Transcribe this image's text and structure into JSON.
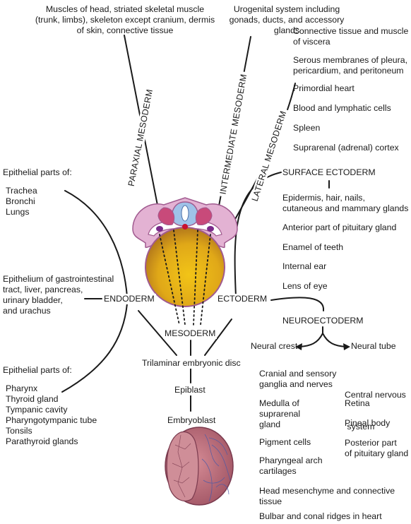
{
  "paraxial": {
    "label": "PARAXIAL MESODERM",
    "derivatives": [
      "Muscles of head, striated skeletal muscle",
      "(trunk, limbs), skeleton except cranium, dermis",
      "of skin, connective tissue"
    ]
  },
  "intermediate": {
    "label": "INTERMEDIATE MESODERM",
    "derivatives": [
      "Urogenital system including",
      "gonads, ducts, and accessory",
      "glands"
    ]
  },
  "lateral": {
    "label": "LATERAL MESODERM",
    "derivatives": [
      [
        "Connective tissue and muscle",
        "of viscera"
      ],
      [
        "Serous membranes of pleura,",
        "pericardium, and peritoneum"
      ],
      [
        "Primordial heart"
      ],
      [
        "Blood and lymphatic cells"
      ],
      [
        "Spleen"
      ],
      [
        "Suprarenal (adrenal) cortex"
      ]
    ]
  },
  "surface_ectoderm": {
    "label": "SURFACE ECTODERM",
    "derivatives": [
      [
        "Epidermis, hair, nails,",
        "cutaneous and mammary glands"
      ],
      [
        "Anterior part of pituitary gland"
      ],
      [
        "Enamel of teeth"
      ],
      [
        "Internal ear"
      ],
      [
        "Lens of eye"
      ]
    ]
  },
  "endoderm": {
    "label": "ENDODERM",
    "upper_heading": "Epithelial parts of:",
    "upper_items": [
      "Trachea",
      "Bronchi",
      "Lungs"
    ],
    "middle_text": [
      "Epithelium of gastrointestinal",
      "tract, liver, pancreas,",
      "urinary bladder,",
      "and urachus"
    ],
    "lower_heading": "Epithelial parts of:",
    "lower_items": [
      "Pharynx",
      "Thyroid gland",
      "Tympanic cavity",
      "Pharyngotympanic tube",
      "Tonsils",
      "Parathyroid glands"
    ]
  },
  "ectoderm": {
    "label": "ECTODERM"
  },
  "mesoderm": {
    "label": "MESODERM"
  },
  "stages": {
    "trilaminar": "Trilaminar embryonic disc",
    "epiblast": "Epiblast",
    "embryoblast": "Embryoblast"
  },
  "neuroectoderm": {
    "label": "NEUROECTODERM",
    "neural_crest": {
      "label": "Neural crest",
      "derivatives": [
        [
          "Cranial and sensory",
          "ganglia and nerves"
        ],
        [
          "Medulla of",
          "suprarenal",
          "gland"
        ],
        [
          "Pigment cells"
        ],
        [
          "Pharyngeal arch",
          "cartilages"
        ],
        [
          "Head mesenchyme and connective",
          "tissue"
        ],
        [
          "Bulbar and conal ridges in heart"
        ]
      ]
    },
    "neural_tube": {
      "label": "Neural tube",
      "derivatives": [
        [
          "Central nervous",
          " system"
        ],
        [
          "Retina"
        ],
        [
          "Pineal body"
        ],
        [
          "Posterior part",
          "of pituitary gland"
        ]
      ]
    }
  },
  "colors": {
    "line": "#1a1a1a",
    "embryo_outer": "#e3b2d3",
    "embryo_outline": "#a05a8f",
    "yolk": "#e8b416",
    "yolk_dark": "#8a5a1e",
    "neural_tube": "#9fc2e8",
    "somite": "#b8285a",
    "embryoblast_fill": "#b86a78",
    "embryoblast_vessels": "#4b5aa8"
  }
}
